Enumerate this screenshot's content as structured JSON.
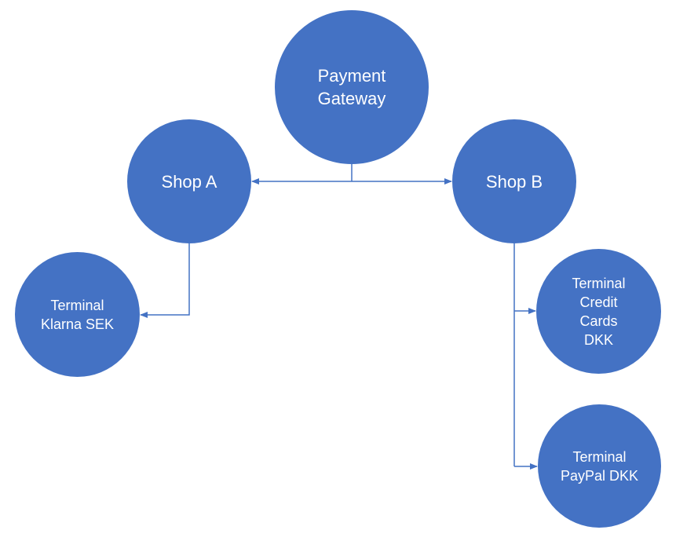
{
  "diagram": {
    "accent_color": "#4472c4",
    "connector_color": "#4472c4",
    "nodes": {
      "payment_gateway": {
        "lines": [
          "Payment",
          "Gateway"
        ]
      },
      "shop_a": {
        "lines": [
          "Shop A"
        ]
      },
      "shop_b": {
        "lines": [
          "Shop B"
        ]
      },
      "terminal_klarna": {
        "lines": [
          "Terminal",
          "Klarna SEK"
        ]
      },
      "terminal_credit": {
        "lines": [
          "Terminal",
          "Credit",
          "Cards",
          "DKK"
        ]
      },
      "terminal_paypal": {
        "lines": [
          "Terminal",
          "PayPal DKK"
        ]
      }
    }
  }
}
